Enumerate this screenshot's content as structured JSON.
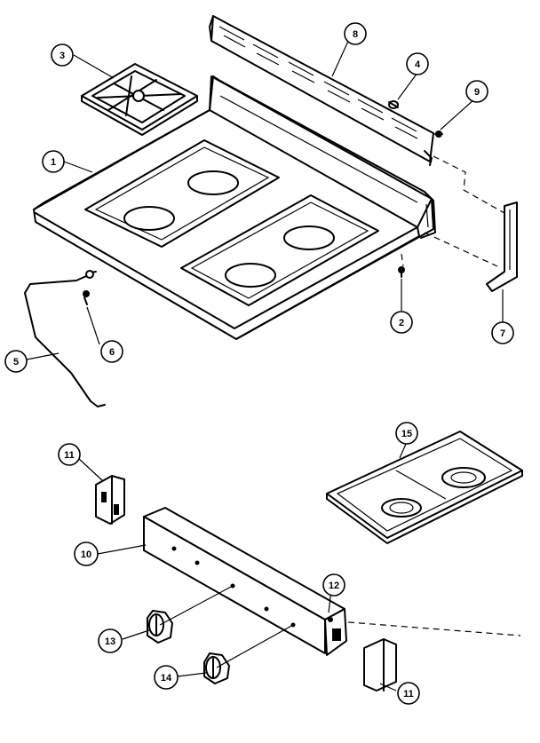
{
  "callouts": {
    "c1": "1",
    "c2": "2",
    "c3": "3",
    "c4": "4",
    "c5": "5",
    "c6": "6",
    "c7": "7",
    "c8": "8",
    "c9": "9",
    "c10": "10",
    "c11a": "11",
    "c11b": "11",
    "c12": "12",
    "c13": "13",
    "c14": "14",
    "c15": "15"
  }
}
